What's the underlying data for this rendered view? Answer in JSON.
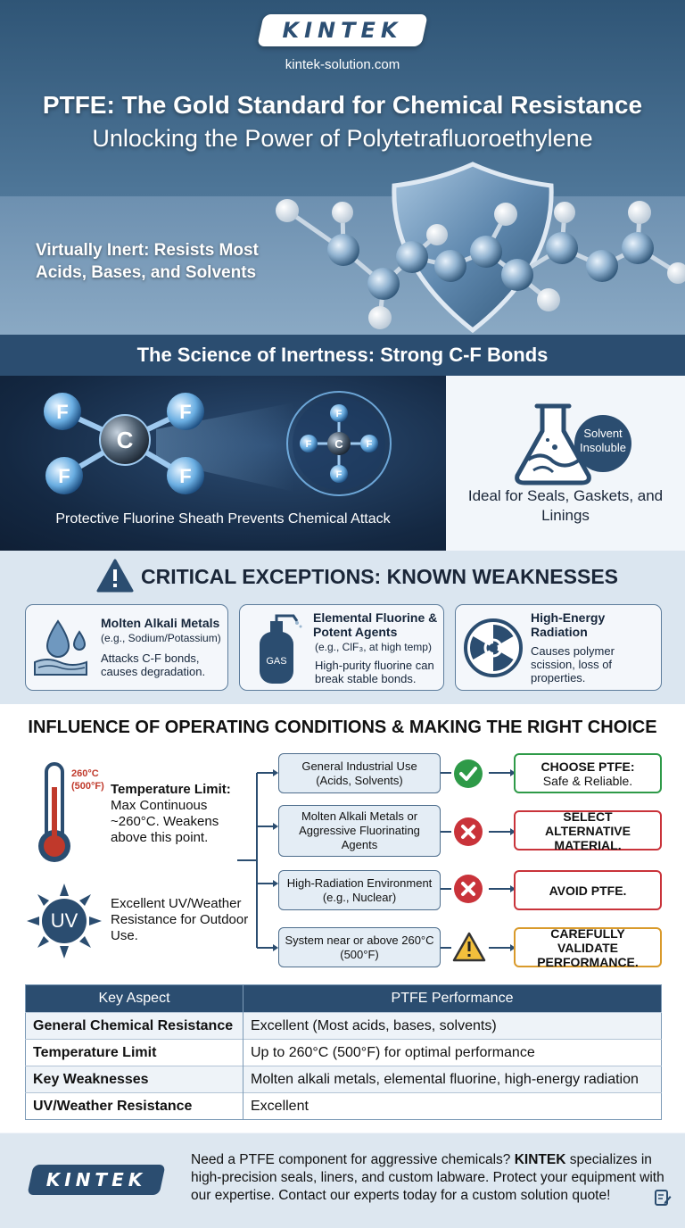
{
  "header": {
    "logo": "KINTEK",
    "site": "kintek-solution.com",
    "title": "PTFE: The Gold Standard for Chemical Resistance",
    "subtitle": "Unlocking the Power of Polytetrafluoroethylene",
    "tagline": "Virtually Inert: Resists Most Acids, Bases, and Solvents"
  },
  "science": {
    "heading": "The Science of Inertness: Strong C-F Bonds",
    "caption": "Protective Fluorine Sheath Prevents Chemical Attack",
    "atom_c": "C",
    "atom_f": "F",
    "badge": "Solvent Insoluble",
    "ideal": "Ideal for Seals, Gaskets, and Linings"
  },
  "exceptions": {
    "title": "CRITICAL EXCEPTIONS: KNOWN WEAKNESSES",
    "cards": [
      {
        "head": "Molten Alkali Metals",
        "sub": "(e.g., Sodium/Potassium)",
        "body": "Attacks C-F bonds, causes degradation.",
        "icon": "droplet-icon"
      },
      {
        "head": "Elemental Fluorine & Potent Agents",
        "sub": "(e.g., ClF₃, at high temp)",
        "body": "High-purity fluorine can break stable bonds.",
        "icon": "gas-cylinder-icon",
        "icon_label": "GAS"
      },
      {
        "head": "High-Energy Radiation",
        "sub": "",
        "body": "Causes polymer scission, loss of properties.",
        "icon": "radiation-icon"
      }
    ]
  },
  "conditions": {
    "title": "INFLUENCE OF OPERATING CONDITIONS & MAKING THE RIGHT CHOICE",
    "temp_badge_c": "260°C",
    "temp_badge_f": "(500°F)",
    "temp_head": "Temperature Limit:",
    "temp_body": "Max Continuous ~260°C. Weakens above this point.",
    "uv_label": "UV",
    "uv_body": "Excellent UV/Weather Resistance for Outdoor Use.",
    "rows": [
      {
        "condition": "General Industrial Use (Acids, Solvents)",
        "status": "check",
        "result": "CHOOSE PTFE:",
        "result_sub": "Safe & Reliable.",
        "color": "#2e9a48"
      },
      {
        "condition": "Molten Alkali Metals or Aggressive Fluorinating Agents",
        "status": "cross",
        "result": "SELECT ALTERNATIVE MATERIAL.",
        "result_sub": "",
        "color": "#c9333a"
      },
      {
        "condition": "High-Radiation Environment (e.g., Nuclear)",
        "status": "cross",
        "result": "AVOID PTFE.",
        "result_sub": "",
        "color": "#c9333a"
      },
      {
        "condition": "System near or above 260°C (500°F)",
        "status": "warning",
        "result": "CAREFULLY VALIDATE PERFORMANCE.",
        "result_sub": "",
        "color": "#d99a2b"
      }
    ]
  },
  "table": {
    "headers": [
      "Key Aspect",
      "PTFE Performance"
    ],
    "rows": [
      [
        "General Chemical Resistance",
        "Excellent (Most acids, bases, solvents)"
      ],
      [
        "Temperature Limit",
        "Up to 260°C (500°F) for optimal performance"
      ],
      [
        "Key Weaknesses",
        "Molten alkali metals, elemental fluorine, high-energy radiation"
      ],
      [
        "UV/Weather Resistance",
        "Excellent"
      ]
    ]
  },
  "footer": {
    "logo": "KINTEK",
    "cta_pre": "Need a PTFE component for aggressive chemicals? ",
    "cta_brand": "KINTEK",
    "cta_post": " specializes in high-precision seals, liners, and custom labware. Protect your equipment with our expertise. Contact our experts today for a custom solution quote!"
  },
  "colors": {
    "navy": "#2b4d70",
    "green": "#2e9a48",
    "red": "#c9333a",
    "amber": "#d99a2b"
  }
}
